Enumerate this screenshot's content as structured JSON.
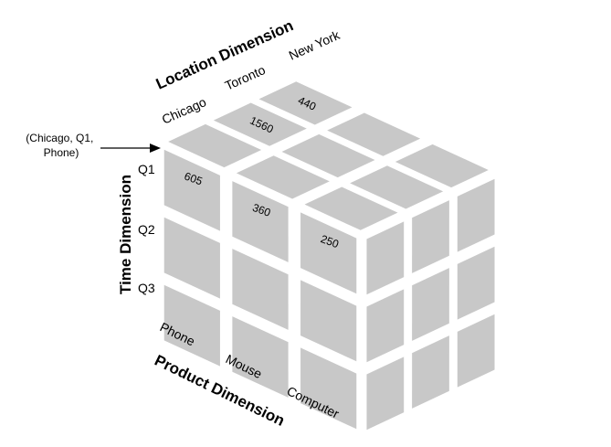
{
  "diagram": {
    "colors": {
      "cell_fill": "#c8c8c8",
      "background": "#ffffff",
      "text": "#000000"
    },
    "dimensions": {
      "location": "Location Dimension",
      "time": "Time Dimension",
      "product": "Product Dimension"
    },
    "locations": [
      "Chicago",
      "Toronto",
      "New York"
    ],
    "times": [
      "Q1",
      "Q2",
      "Q3"
    ],
    "products": [
      "Phone",
      "Mouse",
      "Computer"
    ],
    "callout": {
      "lines": [
        "(Chicago, Q1,",
        "Phone)"
      ]
    },
    "values": {
      "top": [
        {
          "text": "1560",
          "loc": 1,
          "prod": 0
        },
        {
          "text": "440",
          "loc": 2,
          "prod": 0
        }
      ],
      "front": [
        {
          "text": "605",
          "prod": 0,
          "time": 0
        },
        {
          "text": "360",
          "prod": 1,
          "time": 0
        },
        {
          "text": "250",
          "prod": 2,
          "time": 0
        }
      ]
    }
  }
}
